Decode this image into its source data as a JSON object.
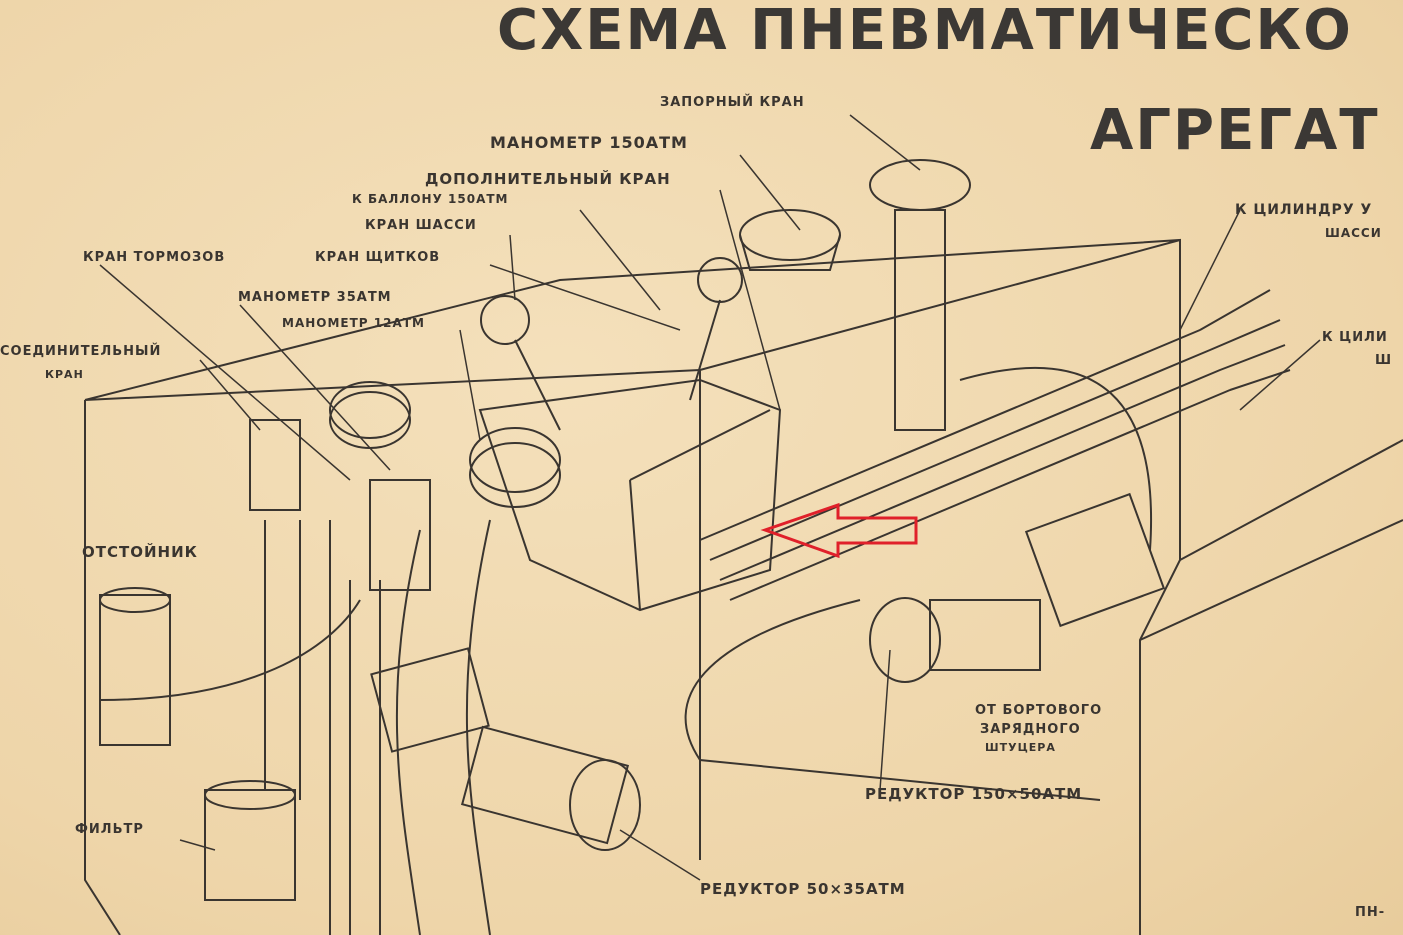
{
  "title": {
    "line1": "СХЕМА ПНЕВМАТИЧЕСКО",
    "line2": "АГРЕГАТ"
  },
  "labels": {
    "zapornyi_kran": "ЗАПОРНЫЙ КРАН",
    "manometr_150": "МАНОМЕТР 150АТМ",
    "dopolnitelnyi_kran": "ДОПОЛНИТЕЛЬНЫЙ КРАН",
    "k_ballonu": "К БАЛЛОНУ 150АТМ",
    "kran_shassi": "КРАН ШАССИ",
    "kran_tormozov": "КРАН ТОРМОЗОВ",
    "kran_shchitkov": "КРАН ЩИТКОВ",
    "manometr_35": "МАНОМЕТР 35АТМ",
    "manometr_12": "МАНОМЕТР 12АТМ",
    "soedinitelnyi_kran_1": "СОЕДИНИТЕЛЬНЫЙ",
    "soedinitelnyi_kran_2": "КРАН",
    "otstoinik": "ОТСТОЙНИК",
    "filtr": "ФИЛЬТР",
    "reduktor_50": "РЕДУКТОР 50×35АТМ",
    "reduktor_150": "РЕДУКТОР 150×50АТМ",
    "ot_bortovogo_1": "ОТ БОРТОВОГО",
    "ot_bortovogo_2": "ЗАРЯДНОГО",
    "ot_bortovogo_3": "ШТУЦЕРА",
    "k_cilindru_1a": "К ЦИЛИНДРУ У",
    "k_cilindru_1b": "ШАССИ",
    "k_cilindru_2a": "К ЦИЛИ",
    "k_cilindru_2b": "Ш",
    "pn": "ПН-"
  },
  "colors": {
    "ink": "#3a3530",
    "arrow": "#e0202a",
    "paper": "#f0d9b0"
  }
}
